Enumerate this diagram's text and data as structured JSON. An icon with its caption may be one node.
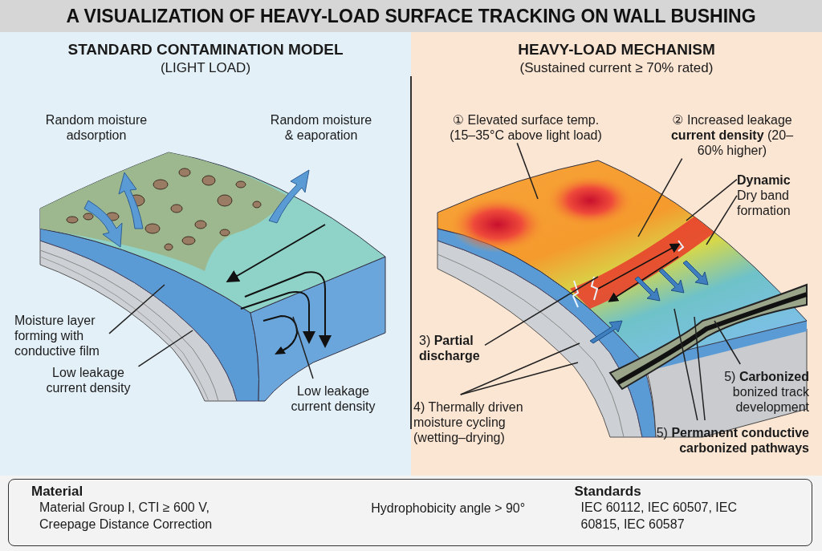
{
  "diagram": {
    "title": "A VISUALIZATION OF HEAVY-LOAD SURFACE TRACKING ON WALL BUSHING",
    "nodes": [
      {
        "text": [
          "STANDARD CONTAMINATION MODEL",
          "(LIGHT LOAD)"
        ]
      },
      {
        "text": [
          "HEAVY-LOAD MECHANISM",
          "(Sustained current ≥ 70% rated)"
        ]
      },
      {
        "text": [],
        "shape": "picture",
        "in": 0,
        "beside": [
          "Random moisture adsorption",
          "Random moisture & eaporation"
        ]
      },
      {
        "text": [
          "Moisture layer forming with conductive film"
        ],
        "in": 0
      },
      {
        "text": [
          "Low leakage current density"
        ],
        "in": 0
      },
      {
        "text": [
          "Low leakage current density"
        ],
        "in": 0
      },
      {
        "text": [],
        "shape": "picture",
        "in": 1
      },
      {
        "text": [
          "① Elevated surface temp. (15–35°C above light load)"
        ],
        "in": 1
      },
      {
        "text": [
          "② Increased leakage **current density** (20–60% higher)"
        ],
        "in": 1
      },
      {
        "text": [
          "**Dynamic** Dry band formation"
        ],
        "in": 1
      },
      {
        "text": [
          "3) **Partial discharge**"
        ],
        "in": 1
      },
      {
        "text": [
          "4) Thermally driven moisture cycling (wetting–drying)"
        ],
        "in": 1
      },
      {
        "text": [
          "5) **Carbonized** bonized track development"
        ],
        "in": 1
      },
      {
        "text": [
          "5) **Permanent conductive carbonized pathways**"
        ],
        "in": 1
      },
      {
        "text": [
          "Material",
          "Material Group I, CTI ≥ 600 V, Creepage Distance Correction",
          "Hydrophobicity angle > 90°",
          "Standards",
          "IEC 60112, IEC 60507, IEC 60815, IEC 60587"
        ]
      }
    ],
    "edges": [
      {
        "from": 3,
        "to": 2,
        "arrow": "none"
      },
      {
        "from": 4,
        "to": 2,
        "arrow": "none"
      },
      {
        "from": 5,
        "to": 2,
        "arrow": "none"
      },
      {
        "from": 7,
        "to": 6,
        "arrow": "none"
      },
      {
        "from": 8,
        "to": 6,
        "arrow": "none"
      },
      {
        "from": 9,
        "to": 6,
        "arrow": "none"
      },
      {
        "from": 9,
        "to": 6,
        "arrow": "none"
      },
      {
        "from": 10,
        "to": 6,
        "arrow": "none"
      },
      {
        "from": 11,
        "to": 6,
        "arrow": "none"
      },
      {
        "from": 11,
        "to": 6,
        "arrow": "none"
      },
      {
        "from": 12,
        "to": 6,
        "arrow": "none"
      },
      {
        "from": 13,
        "to": 6,
        "arrow": "none"
      },
      {
        "from": 13,
        "to": 6,
        "arrow": "none"
      }
    ]
  }
}
